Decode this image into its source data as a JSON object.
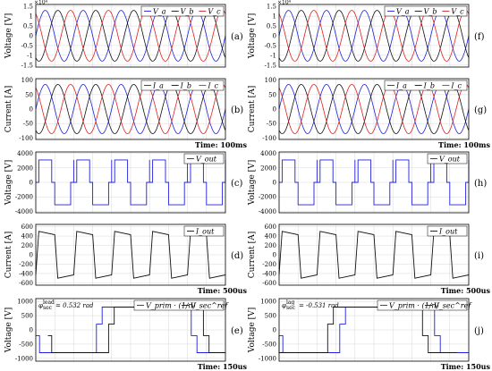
{
  "colors": {
    "blue": "#1f1fdd",
    "black": "#111111",
    "red": "#e02020",
    "grid": "#d8d8d8"
  },
  "chart_data": [
    {
      "id": "a",
      "type": "line",
      "tag": "(a)",
      "ylabel": "Voltage [V]",
      "exponent": "×10⁴",
      "ylim": [
        -1.6,
        1.6
      ],
      "yticks": [
        "1.5",
        "1",
        "0.5",
        "0",
        "-0.5",
        "-1",
        "-1.5"
      ],
      "ytick_values": [
        1.5,
        1,
        0.5,
        0,
        -0.5,
        -1,
        -1.5
      ],
      "waveform": "sine3",
      "amplitude": 1.3,
      "cycles": 5,
      "time_label": "",
      "legend": [
        "V_a",
        "V_b",
        "V_c"
      ],
      "series": [
        {
          "name": "Va",
          "phase_deg": 0
        },
        {
          "name": "Vb",
          "phase_deg": -120
        },
        {
          "name": "Vc",
          "phase_deg": 120
        }
      ]
    },
    {
      "id": "b",
      "type": "line",
      "tag": "(b)",
      "ylabel": "Current [A]",
      "ylim": [
        -105,
        105
      ],
      "yticks": [
        "100",
        "50",
        "0",
        "-50",
        "-100"
      ],
      "ytick_values": [
        100,
        50,
        0,
        -50,
        -100
      ],
      "waveform": "sine3",
      "amplitude": 85,
      "cycles": 5,
      "time_label": "Time: 100ms",
      "legend": [
        "I_a",
        "I_b",
        "I_c"
      ],
      "series": [
        {
          "name": "Ia",
          "phase_deg": 0
        },
        {
          "name": "Ib",
          "phase_deg": -120
        },
        {
          "name": "Ic",
          "phase_deg": 120
        }
      ]
    },
    {
      "id": "c",
      "type": "line",
      "tag": "(c)",
      "ylabel": "Voltage [V]",
      "ylim": [
        -4200,
        4200
      ],
      "yticks": [
        "4000",
        "2000",
        "0",
        "-2000",
        "-4000"
      ],
      "ytick_values": [
        4000,
        2000,
        0,
        -2000,
        -4000
      ],
      "waveform": "stepped",
      "levels": [
        3100,
        0,
        -3100,
        0
      ],
      "cycles": 5,
      "time_label": "",
      "legend": [
        "V_out"
      ],
      "series": [
        {
          "name": "Vout"
        }
      ]
    },
    {
      "id": "d",
      "type": "line",
      "tag": "(d)",
      "ylabel": "Current [A]",
      "ylim": [
        -650,
        650
      ],
      "yticks": [
        "600",
        "400",
        "200",
        "0",
        "-200",
        "-400",
        "-600"
      ],
      "ytick_values": [
        600,
        400,
        200,
        0,
        -200,
        -400,
        -600
      ],
      "waveform": "trapezoid",
      "peak": [
        500,
        430
      ],
      "cycles": 5,
      "time_label": "Time: 500us",
      "legend": [
        "I_out"
      ],
      "series": [
        {
          "name": "Iout"
        }
      ]
    },
    {
      "id": "e",
      "type": "line",
      "tag": "(e)",
      "ylabel": "Voltage [V]",
      "ylim": [
        -1100,
        1100
      ],
      "yticks": [
        "1000",
        "500",
        "0",
        "-500",
        "-1000"
      ],
      "ytick_values": [
        1000,
        500,
        0,
        -500,
        -1000
      ],
      "waveform": "shifted",
      "phase_shift": 0.532,
      "time_label": "Time: 150us",
      "annotation": {
        "symbol": "φ",
        "sub": "sec",
        "sup": "lead",
        "value": "= 0.532 rad"
      },
      "legend": [
        "V_prim · (1/n)",
        "V_sec^ref"
      ],
      "series": [
        {
          "name": "Vprim/n"
        },
        {
          "name": "Vsec ref"
        }
      ]
    },
    {
      "id": "f",
      "type": "line",
      "tag": "(f)",
      "ylabel": "Voltage [V]",
      "exponent": "×10⁴",
      "ylim": [
        -1.6,
        1.6
      ],
      "yticks": [
        "1.5",
        "1",
        "0.5",
        "0",
        "-0.5",
        "-1",
        "-1.5"
      ],
      "ytick_values": [
        1.5,
        1,
        0.5,
        0,
        -0.5,
        -1,
        -1.5
      ],
      "waveform": "sine3",
      "amplitude": 1.3,
      "cycles": 5,
      "time_label": "",
      "legend": [
        "V_a",
        "V_b",
        "V_c"
      ],
      "series": [
        {
          "name": "Va",
          "phase_deg": 0
        },
        {
          "name": "Vb",
          "phase_deg": -120
        },
        {
          "name": "Vc",
          "phase_deg": 120
        }
      ]
    },
    {
      "id": "g",
      "type": "line",
      "tag": "(g)",
      "ylabel": "Current [A]",
      "ylim": [
        -105,
        105
      ],
      "yticks": [
        "100",
        "50",
        "0",
        "-50",
        "-100"
      ],
      "ytick_values": [
        100,
        50,
        0,
        -50,
        -100
      ],
      "waveform": "sine3",
      "amplitude": 85,
      "cycles": 5,
      "time_label": "Time: 100ms",
      "legend": [
        "I_a",
        "I_b",
        "I_c"
      ],
      "series": [
        {
          "name": "Ia",
          "phase_deg": 0
        },
        {
          "name": "Ib",
          "phase_deg": -120
        },
        {
          "name": "Ic",
          "phase_deg": 120
        }
      ]
    },
    {
      "id": "h",
      "type": "line",
      "tag": "(h)",
      "ylabel": "Voltage [V]",
      "ylim": [
        -4200,
        4200
      ],
      "yticks": [
        "4000",
        "2000",
        "0",
        "-2000",
        "-4000"
      ],
      "ytick_values": [
        4000,
        2000,
        0,
        -2000,
        -4000
      ],
      "waveform": "stepped",
      "levels": [
        3100,
        0,
        -3100,
        0
      ],
      "cycles": 5,
      "time_label": "",
      "legend": [
        "V_out"
      ],
      "series": [
        {
          "name": "Vout"
        }
      ]
    },
    {
      "id": "i",
      "type": "line",
      "tag": "(i)",
      "ylabel": "Current [A]",
      "ylim": [
        -650,
        650
      ],
      "yticks": [
        "600",
        "400",
        "200",
        "0",
        "-200",
        "-400",
        "-600"
      ],
      "ytick_values": [
        600,
        400,
        200,
        0,
        -200,
        -400,
        -600
      ],
      "waveform": "trapezoid",
      "peak": [
        500,
        430
      ],
      "cycles": 5,
      "time_label": "Time: 500us",
      "legend": [
        "I_out"
      ],
      "series": [
        {
          "name": "Iout"
        }
      ]
    },
    {
      "id": "j",
      "type": "line",
      "tag": "(j)",
      "ylabel": "Voltage [V]",
      "ylim": [
        -1100,
        1100
      ],
      "yticks": [
        "1000",
        "500",
        "0",
        "-500",
        "-1000"
      ],
      "ytick_values": [
        1000,
        500,
        0,
        -500,
        -1000
      ],
      "waveform": "shifted",
      "phase_shift": -0.531,
      "time_label": "Time: 150us",
      "annotation": {
        "symbol": "φ",
        "sub": "sec",
        "sup": "lag",
        "value": "= -0.531 rad"
      },
      "legend": [
        "V_prim · (1/n)",
        "V_sec^ref"
      ],
      "series": [
        {
          "name": "Vprim/n"
        },
        {
          "name": "Vsec ref"
        }
      ]
    }
  ]
}
